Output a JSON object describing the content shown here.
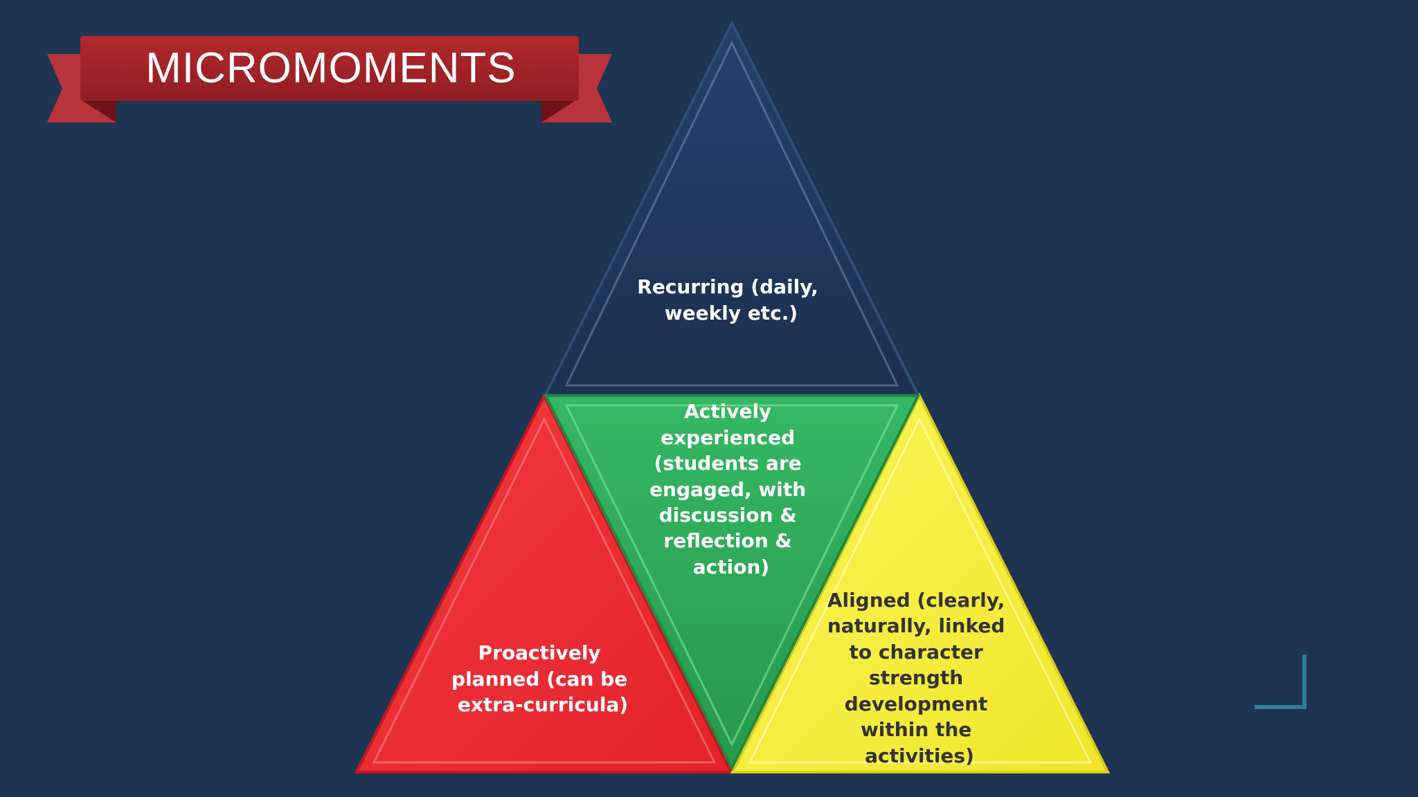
{
  "slide": {
    "title": "MICROMOMENTS",
    "colors": {
      "background": "#1d3552",
      "banner": "#9e2328",
      "top_triangle": "#1f3554",
      "center_triangle": "#2ea656",
      "left_triangle": "#ee2a32",
      "right_triangle": "#f7ef3b"
    }
  },
  "diagram": {
    "top": {
      "lines": [
        "Recurring (daily,",
        "weekly etc.)"
      ]
    },
    "center": {
      "lines": [
        "Actively",
        "experienced",
        "(students are",
        "engaged, with",
        "discussion &",
        "reflection &",
        "action)"
      ]
    },
    "left": {
      "lines": [
        "Proactively",
        "planned (can be",
        "extra-curricula)"
      ]
    },
    "right": {
      "lines": [
        "Aligned (clearly,",
        "naturally, linked",
        "to character",
        "strength",
        "development",
        "within the",
        "activities)"
      ]
    }
  }
}
